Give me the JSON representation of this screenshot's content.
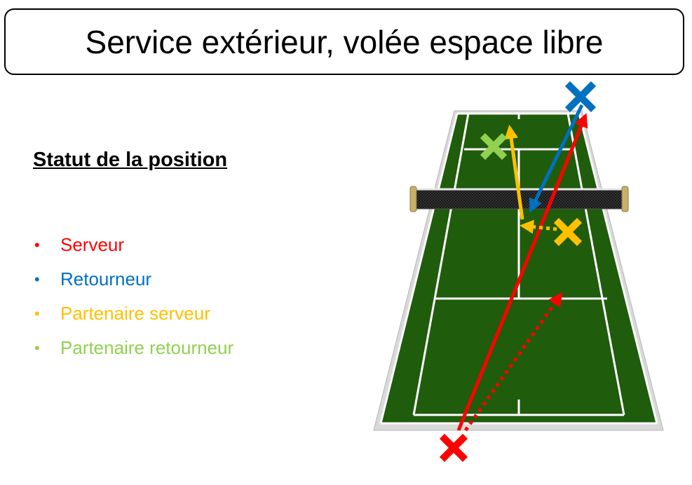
{
  "title": "Service extérieur, volée espace libre",
  "legend": {
    "heading": "Statut de la position",
    "bullet": "•",
    "items": [
      {
        "label": "Serveur",
        "color": "#ff0000"
      },
      {
        "label": "Retourneur",
        "color": "#0070c0"
      },
      {
        "label": "Partenaire serveur",
        "color": "#ffc000"
      },
      {
        "label": "Partenaire retourneur",
        "color": "#92d050"
      }
    ]
  },
  "colors": {
    "court_green": "#1f5c0c",
    "court_surround": "#d9d9d9",
    "net_post": "#c9b06a",
    "serveur": "#ff0000",
    "retourneur": "#0070c0",
    "partenaire_serveur": "#ffc000",
    "partenaire_retourneur": "#92d050"
  },
  "markers": [
    "player-x-icon",
    "player-x-icon",
    "player-x-icon",
    "player-x-icon"
  ]
}
